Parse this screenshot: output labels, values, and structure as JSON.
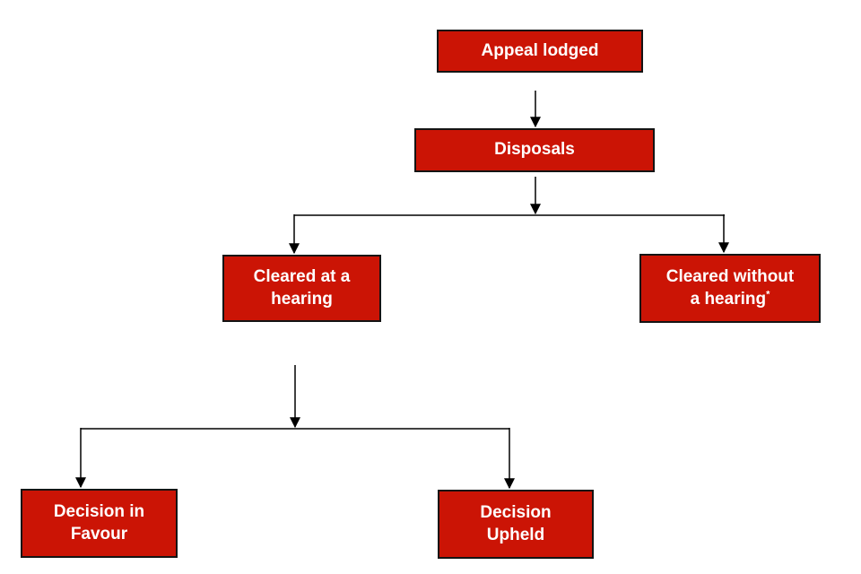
{
  "diagram": {
    "type": "flowchart",
    "nodes": {
      "appeal_lodged": {
        "label": "Appeal lodged"
      },
      "disposals": {
        "label": "Disposals"
      },
      "cleared_at_hearing": {
        "label": "Cleared at a\nhearing"
      },
      "cleared_without_hearing": {
        "label": "Cleared without\na hearing",
        "superscript": "*"
      },
      "decision_in_favour": {
        "label": "Decision in\nFavour"
      },
      "decision_upheld": {
        "label": "Decision\nUpheld"
      }
    },
    "edges": [
      {
        "from": "appeal_lodged",
        "to": "disposals"
      },
      {
        "from": "disposals",
        "to": "cleared_at_hearing"
      },
      {
        "from": "disposals",
        "to": "cleared_without_hearing"
      },
      {
        "from": "cleared_at_hearing",
        "to": "decision_in_favour"
      },
      {
        "from": "cleared_at_hearing",
        "to": "decision_upheld"
      }
    ],
    "colors": {
      "node_fill": "#cb1405",
      "node_border": "#141414",
      "node_text": "#ffffff",
      "connector": "#000000",
      "background": "#ffffff"
    }
  }
}
